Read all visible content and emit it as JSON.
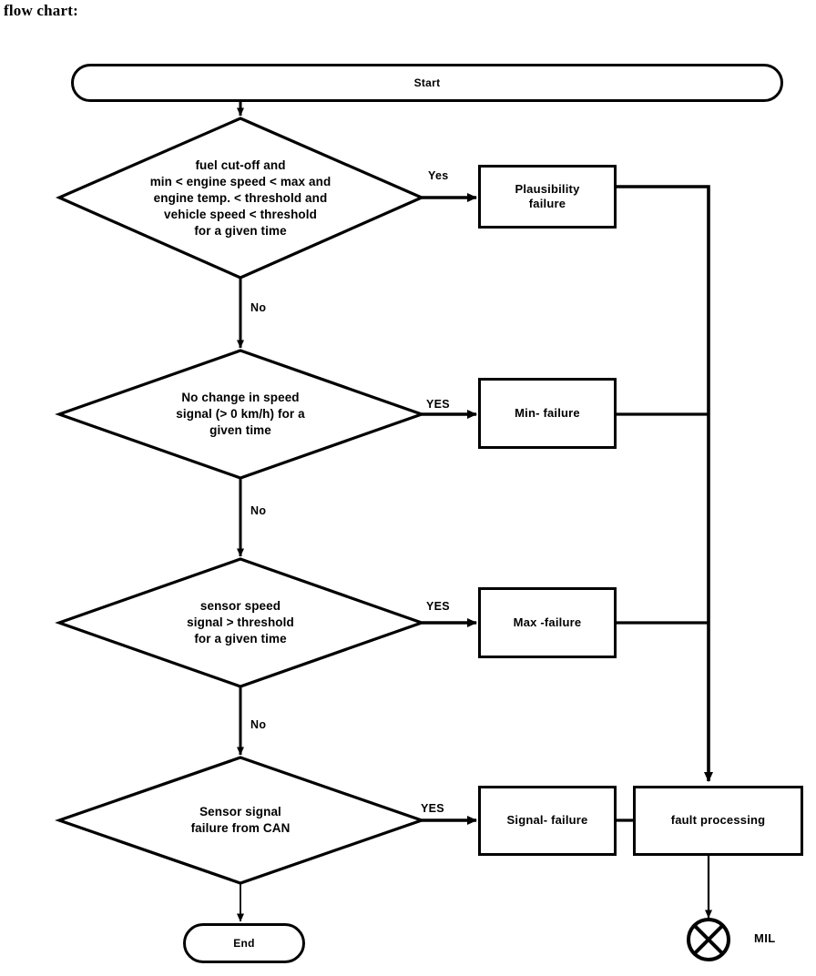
{
  "caption": "flow chart:",
  "diagram": {
    "type": "flowchart",
    "title": "flow chart:",
    "nodes": [
      {
        "id": "start",
        "shape": "terminal",
        "label": "Start"
      },
      {
        "id": "d1",
        "shape": "decision",
        "lines": [
          "fuel cut-off and",
          "min < engine speed < max and",
          "engine temp. < threshold and",
          "vehicle speed < threshold",
          "for a given time"
        ]
      },
      {
        "id": "plausibility",
        "shape": "process",
        "lines": [
          "Plausibility",
          "failure"
        ]
      },
      {
        "id": "d2",
        "shape": "decision",
        "lines": [
          "No change in speed",
          "signal (> 0 km/h) for a",
          "given time"
        ]
      },
      {
        "id": "min",
        "shape": "process",
        "lines": [
          "Min- failure"
        ]
      },
      {
        "id": "d3",
        "shape": "decision",
        "lines": [
          "sensor speed",
          "signal  > threshold",
          "for a given time"
        ]
      },
      {
        "id": "max",
        "shape": "process",
        "lines": [
          "Max -failure"
        ]
      },
      {
        "id": "d4",
        "shape": "decision",
        "lines": [
          "Sensor signal",
          "failure from CAN"
        ]
      },
      {
        "id": "signal",
        "shape": "process",
        "lines": [
          "Signal- failure"
        ]
      },
      {
        "id": "fault",
        "shape": "process",
        "lines": [
          "fault processing"
        ]
      },
      {
        "id": "end",
        "shape": "terminal",
        "label": "End"
      },
      {
        "id": "mil",
        "shape": "crossed-circle",
        "label": "MIL"
      }
    ],
    "edge_labels": {
      "d1_yes": "Yes",
      "d1_no": "No",
      "d2_yes": "YES",
      "d2_no": "No",
      "d3_yes": "YES",
      "d3_no": "No",
      "d4_yes": "YES"
    },
    "colors": {
      "stroke": "#000000",
      "fill": "#ffffff",
      "text": "#000000"
    }
  },
  "labels": {
    "start": "Start",
    "end": "End",
    "mil": "MIL",
    "plausibility_l1": "Plausibility",
    "plausibility_l2": "failure",
    "min_failure": "Min- failure",
    "max_failure": "Max -failure",
    "signal_failure": "Signal- failure",
    "fault_processing": "fault processing",
    "d1_l1": "fuel cut-off and",
    "d1_l2": "min < engine speed < max and",
    "d1_l3": "engine temp. < threshold and",
    "d1_l4": "vehicle speed < threshold",
    "d1_l5": "for a given time",
    "d2_l1": "No change in speed",
    "d2_l2": "signal (> 0 km/h) for a",
    "d2_l3": "given time",
    "d3_l1": "sensor speed",
    "d3_l2": "signal  > threshold",
    "d3_l3": "for a given time",
    "d4_l1": "Sensor signal",
    "d4_l2": "failure from CAN",
    "yes1": "Yes",
    "no1": "No",
    "yes2": "YES",
    "no2": "No",
    "yes3": "YES",
    "no3": "No",
    "yes4": "YES"
  }
}
